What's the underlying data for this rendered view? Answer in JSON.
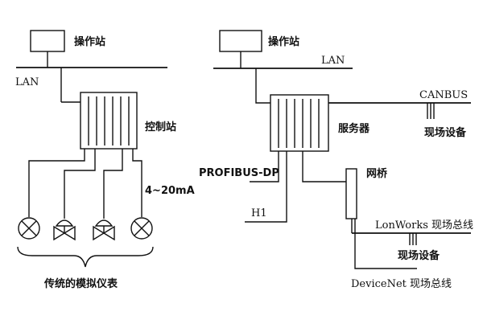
{
  "left": {
    "operator_station": "操作站",
    "lan": "LAN",
    "controller": "控制站",
    "signal": "4~20mA",
    "caption": "传统的模拟仪表"
  },
  "right": {
    "operator_station": "操作站",
    "lan": "LAN",
    "canbus": "CANBUS",
    "canbus_devices": "现场设备",
    "server": "服务器",
    "profibus": "PROFIBUS-DP",
    "h1": "H1",
    "bridge": "网桥",
    "lonworks": "LonWorks 现场总线",
    "lonworks_devices": "现场设备",
    "devicenet": "DeviceNet 现场总线"
  }
}
